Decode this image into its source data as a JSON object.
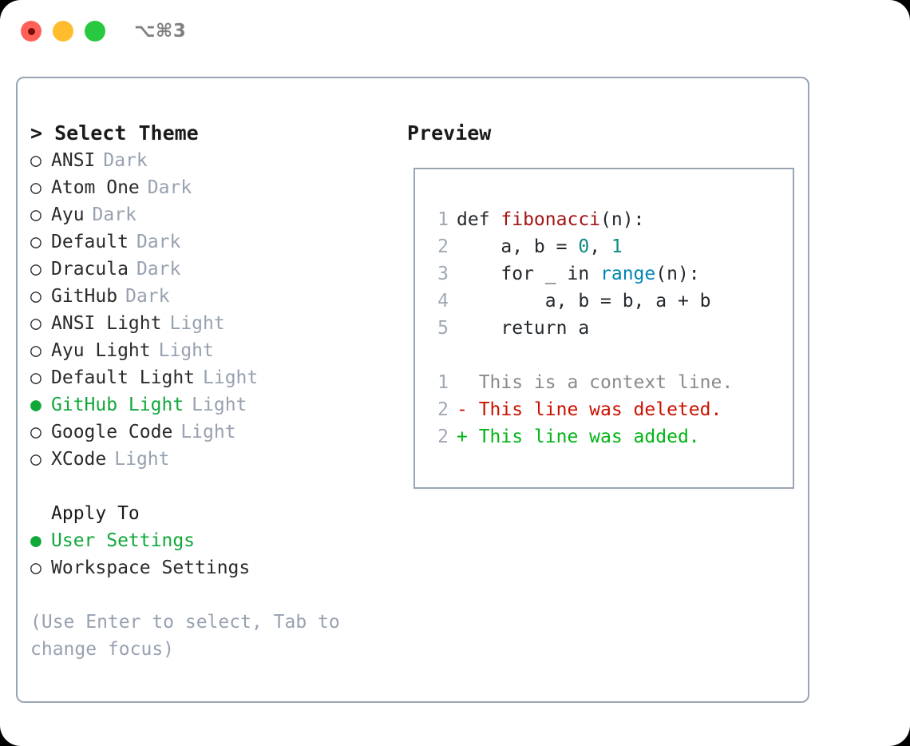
{
  "titlebar": {
    "shortcut": "⌥⌘3",
    "traffic_lights": [
      {
        "name": "close",
        "color": "#ff6159"
      },
      {
        "name": "minimize",
        "color": "#ffbd2e"
      },
      {
        "name": "zoom",
        "color": "#28c840"
      }
    ]
  },
  "theme_picker": {
    "header": "> Select Theme",
    "marker_unselected": "○",
    "marker_selected": "●",
    "items": [
      {
        "label": "ANSI",
        "variant": "Dark",
        "selected": false
      },
      {
        "label": "Atom One",
        "variant": "Dark",
        "selected": false
      },
      {
        "label": "Ayu",
        "variant": "Dark",
        "selected": false
      },
      {
        "label": "Default",
        "variant": "Dark",
        "selected": false
      },
      {
        "label": "Dracula",
        "variant": "Dark",
        "selected": false
      },
      {
        "label": "GitHub",
        "variant": "Dark",
        "selected": false
      },
      {
        "label": "ANSI Light",
        "variant": "Light",
        "selected": false
      },
      {
        "label": "Ayu Light",
        "variant": "Light",
        "selected": false
      },
      {
        "label": "Default Light",
        "variant": "Light",
        "selected": false
      },
      {
        "label": "GitHub Light",
        "variant": "Light",
        "selected": true
      },
      {
        "label": "Google Code",
        "variant": "Light",
        "selected": false
      },
      {
        "label": "XCode",
        "variant": "Light",
        "selected": false
      }
    ]
  },
  "apply_to": {
    "header": "Apply To",
    "items": [
      {
        "label": "User Settings",
        "selected": true
      },
      {
        "label": "Workspace Settings",
        "selected": false
      }
    ]
  },
  "hint": "(Use Enter to select, Tab to change focus)",
  "preview": {
    "title": "Preview",
    "code_lines": [
      {
        "no": "1",
        "segments": [
          {
            "t": "def ",
            "c": "code-text"
          },
          {
            "t": "fibonacci",
            "c": "tok-func"
          },
          {
            "t": "(n):",
            "c": "code-text"
          }
        ]
      },
      {
        "no": "2",
        "segments": [
          {
            "t": "    a, b = ",
            "c": "code-text"
          },
          {
            "t": "0",
            "c": "tok-num"
          },
          {
            "t": ", ",
            "c": "code-text"
          },
          {
            "t": "1",
            "c": "tok-num"
          }
        ]
      },
      {
        "no": "3",
        "segments": [
          {
            "t": "    for _ in ",
            "c": "code-text"
          },
          {
            "t": "range",
            "c": "tok-call"
          },
          {
            "t": "(n):",
            "c": "code-text"
          }
        ]
      },
      {
        "no": "4",
        "segments": [
          {
            "t": "        a, b = b, a + b",
            "c": "code-text"
          }
        ]
      },
      {
        "no": "5",
        "segments": [
          {
            "t": "    return a",
            "c": "code-text"
          }
        ]
      }
    ],
    "diff_lines": [
      {
        "no": "1",
        "text": "  This is a context line.",
        "kind": "diff-context"
      },
      {
        "no": "2",
        "text": "- This line was deleted.",
        "kind": "diff-del"
      },
      {
        "no": "2",
        "text": "+ This line was added.",
        "kind": "diff-add"
      }
    ]
  },
  "colors": {
    "accent_green": "#11a83a",
    "muted": "#97a1b0",
    "border": "#9aa5b4",
    "func": "#a31515",
    "number": "#0c8a80",
    "call": "#0086b3",
    "diff_added": "#00b515",
    "diff_deleted": "#cc1100"
  }
}
